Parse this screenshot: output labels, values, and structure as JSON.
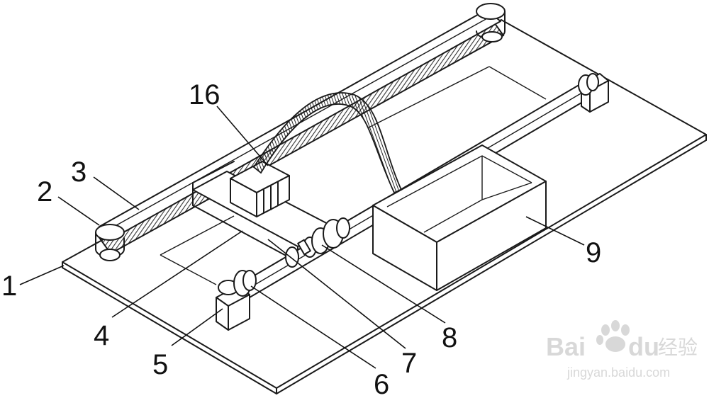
{
  "labels": {
    "plate": "1",
    "pulley": "2",
    "belt": "3",
    "carriage": "4",
    "support": "5",
    "bearing": "6",
    "shaft": "7",
    "coupling": "8",
    "box": "9",
    "cable_part": "16"
  },
  "watermark": {
    "brand_text": "Bai",
    "brand_text_2": "du",
    "brand_cn": "经验",
    "url": "jingyan.baidu.com"
  },
  "colors": {
    "line": "#1a1a1a",
    "hatch": "#333333",
    "watermark": "#d8d8d8"
  }
}
